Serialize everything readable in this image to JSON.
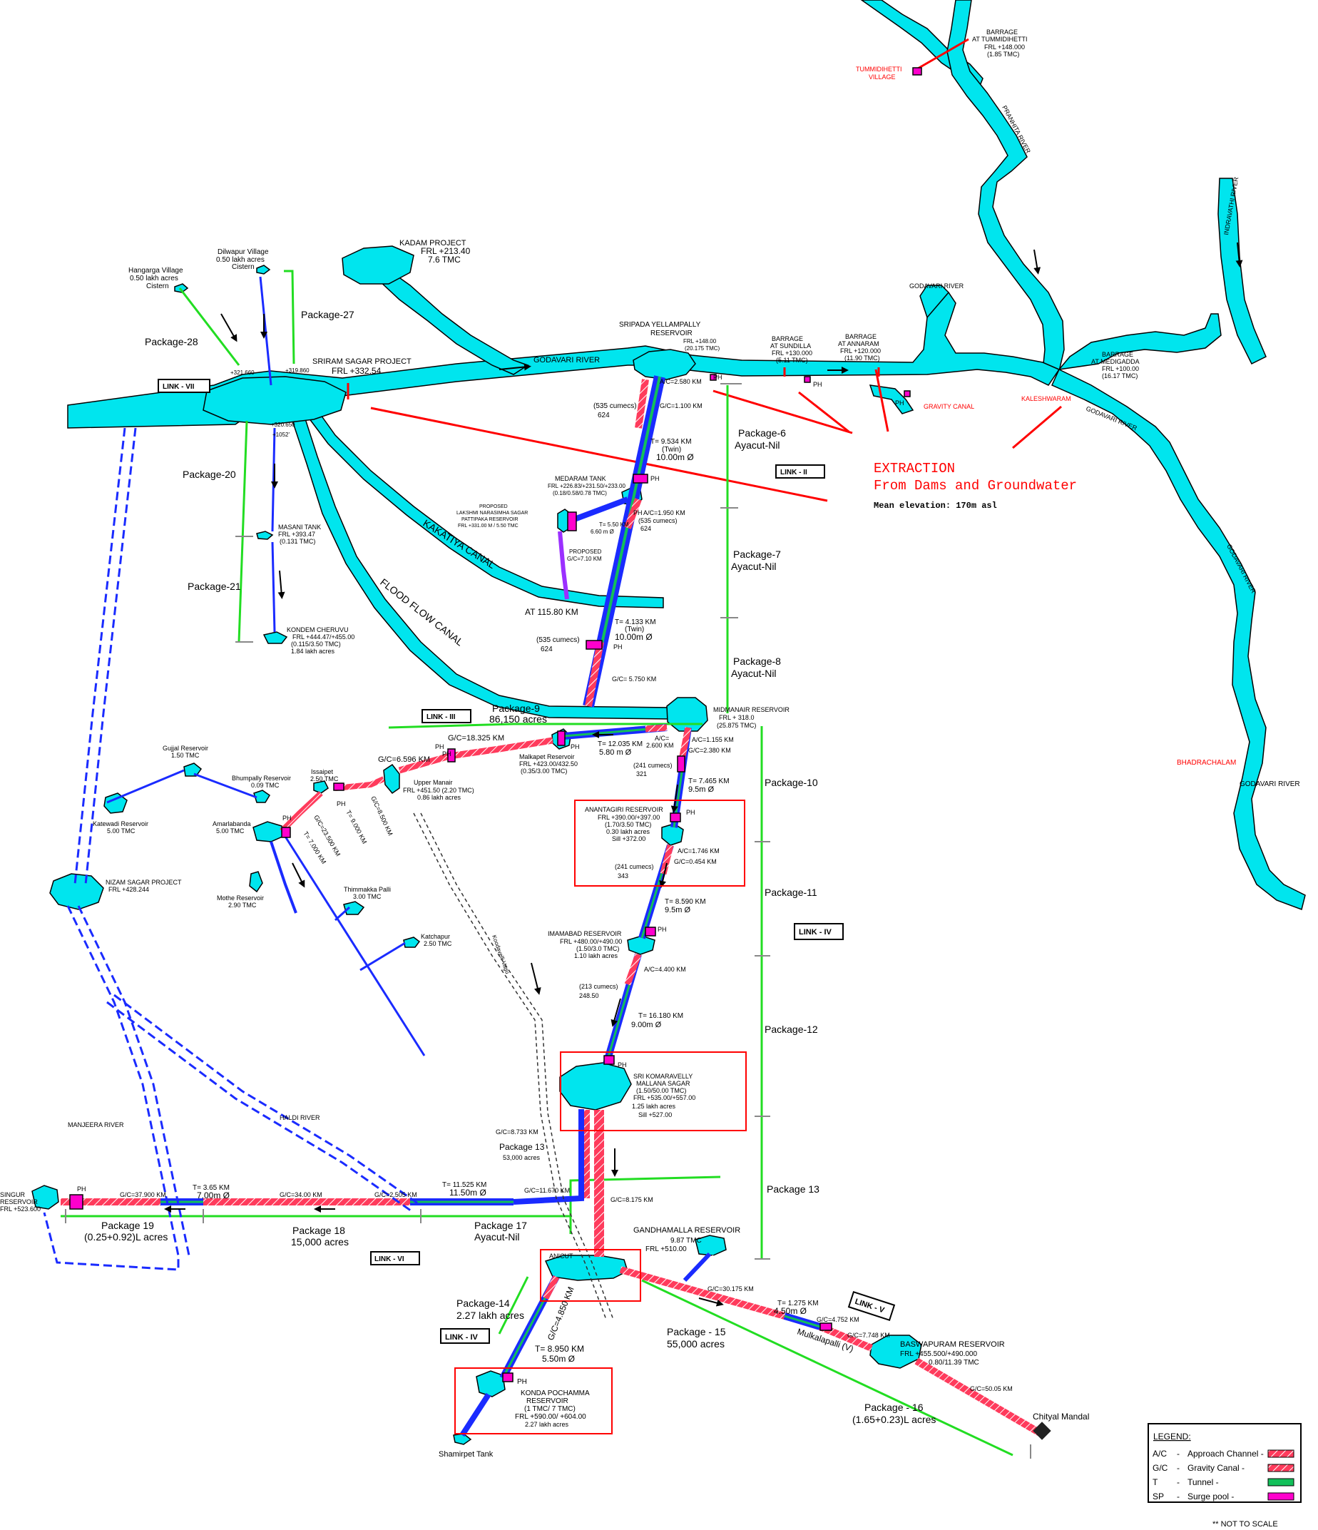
{
  "labels": {
    "barrage_tummidihetti": [
      "BARRAGE",
      "AT TUMMIDIHETTI",
      "FRL +148.000",
      "(1.85 TMC)"
    ],
    "tummidihetti_village": [
      "TUMMIDIHETTI",
      "VILLAGE"
    ],
    "pranhita_river": "PRANHITA RIVER",
    "indravathi_river": "INDRAVATHI RIVER",
    "godavari_river_ne": "GODAVARI RIVER",
    "godavari_river_e": "GODAVARI RIVER",
    "godavari_river_se": "GODAVARI RIVER",
    "godavari_river_bottom": "GODAVARI RIVER",
    "godavari_river_w": "GODAVARI  RIVER",
    "bhadrachalam": "BHADRACHALAM",
    "kadam_project": [
      "KADAM PROJECT",
      "FRL +213.40",
      "7.6 TMC"
    ],
    "dilwapur": [
      "Dilwapur Village",
      "0.50 lakh acres",
      "Cistern"
    ],
    "hangarga": [
      "Hangarga Village",
      "0.50 lakh acres",
      "Cistern"
    ],
    "package27": "Package-27",
    "package28": "Package-28",
    "sriram_sagar": [
      "SRIRAM SAGAR PROJECT",
      "FRL +332.54"
    ],
    "link7": "LINK - VII",
    "sripada": [
      "SRIPADA YELLAMPALLY",
      "RESERVOIR",
      "FRL +148.00",
      "(20.175 TMC)"
    ],
    "barrage_sundilla": [
      "BARRAGE",
      "AT SUNDILLA",
      "FRL +130.000",
      "(5.11 TMC)"
    ],
    "barrage_annaram": [
      "BARRAGE",
      "AT ANNARAM",
      "FRL +120.000",
      "(11.90 TMC)"
    ],
    "barrage_medigadda": [
      "BARRAGE",
      "AT MEDIGADDA",
      "FRL +100.00",
      "(16.17 TMC)"
    ],
    "kaleshwaram": "KALESHWARAM",
    "gravity_canal": "GRAVITY CANAL",
    "ph": "PH",
    "package6": [
      "Package-6",
      "Ayacut-Nil"
    ],
    "package7": [
      "Package-7",
      "Ayacut-Nil"
    ],
    "package8": [
      "Package-8",
      "Ayacut-Nil"
    ],
    "link2": "LINK - II",
    "extraction": [
      "EXTRACTION",
      "From Dams and Groundwater"
    ],
    "mean_elevation": "Mean elevation: 170m asl",
    "cumecs_535a": [
      "(535 cumecs)",
      "624"
    ],
    "gc_1100": "G/C=1.100 KM",
    "ac_2580": "A/C=2.580 KM",
    "tunnel_9534": [
      "T= 9.534 KM",
      "(Twin)",
      "10.00m Ø"
    ],
    "medaram": [
      "MEDARAM TANK",
      "FRL +226.83/+231.50/+233.00",
      "(0.18/0.58/0.78 TMC)"
    ],
    "lakshmi": [
      "PROPOSED",
      "LAKSHMI NARASIMHA SAGAR",
      "PATTIPAKA RESERVOIR",
      "FRL +331.00 M / 5.50 TMC"
    ],
    "ac_1950": [
      "A/C=1.950 KM",
      "(535 cumecs)",
      "624"
    ],
    "t_5500": [
      "T= 5.50 KM",
      "6.60 m Ø"
    ],
    "proposed_gc": [
      "PROPOSED",
      "G/C=7.10 KM"
    ],
    "kakatiya": "KAKATIYA CANAL",
    "flood_flow": "FLOOD FLOW CANAL",
    "at_115": "AT 115.80 KM",
    "cumecs_535b": [
      "(535 cumecs)",
      "624"
    ],
    "tunnel_4133": [
      "T= 4.133 KM",
      "(Twin)",
      "10.00m Ø"
    ],
    "gc_5750": "G/C= 5.750 KM",
    "package20": "Package-20",
    "package21": "Package-21",
    "ssp_vals": [
      "+321.660",
      "+319.860",
      "+320.650",
      "+1052'"
    ],
    "masani": [
      "MASANI TANK",
      "FRL +393.47",
      "(0.131 TMC)"
    ],
    "kondem": [
      "KONDEM CHERUVU",
      "FRL +444.47/+455.00",
      "(0.115/3.50 TMC)",
      "1.84 lakh acres"
    ],
    "midmanair": [
      "MIDMANAIR RESERVOIR",
      "FRL + 318.0",
      "(25.875 TMC)"
    ],
    "package9": [
      "Package-9",
      "86,150 acres"
    ],
    "link3": "LINK - III",
    "gc_18325": "G/C=18.325 KM",
    "gc_6596": "G/C=6.596 KM",
    "malkapet": [
      "Malkapet Reservoir",
      "FRL +423.00/432.50",
      "(0.35/3.00 TMC)"
    ],
    "t_12035": [
      "T= 12.035 KM",
      "5.80 m Ø"
    ],
    "ac_2600": [
      "A/C=",
      "2.600 KM"
    ],
    "ac_1155": [
      "A/C=1.155 KM",
      "G/C=2.380 KM"
    ],
    "cumecs_241a": [
      "(241 cumecs)",
      "321"
    ],
    "t_7465": [
      "T= 7.465 KM",
      "9.5m Ø"
    ],
    "package10": "Package-10",
    "anantagiri": [
      "ANANTAGIRI RESERVOIR",
      "FRL +390.00/+397.00",
      "(1.70/3.50 TMC)",
      "0.30 lakh acres",
      "Sill +372.00"
    ],
    "ac_1746": [
      "A/C=1.746 KM",
      "G/C=0.454 KM"
    ],
    "cumecs_241b": [
      "(241 cumecs)",
      "343"
    ],
    "t_8590": [
      "T= 8.590 KM",
      "9.5m Ø"
    ],
    "package11": "Package-11",
    "link4a": "LINK - IV",
    "imamabad": [
      "IMAMABAD RESERVOIR",
      "FRL +480.00/+490.00",
      "(1.50/3.0 TMC)",
      "1.10 lakh acres"
    ],
    "ac_4400": "A/C=4.400 KM",
    "cumecs_213": [
      "(213 cumecs)",
      "248.50"
    ],
    "t_16180": [
      "T= 16.180 KM",
      "9.00m Ø"
    ],
    "package12": "Package-12",
    "komaravelly": [
      "SRI KOMARAVELLY",
      "MALLANA SAGAR",
      "(1.50/50.00 TMC)",
      "FRL +535.00/+557.00",
      "1.25 lakh acres",
      "Sill +527.00"
    ],
    "package13": "Package 13",
    "package13b": [
      "Package 13",
      "53,000 acres"
    ],
    "gc_8733": "G/C=8.733 KM",
    "gc_8175": "G/C=8.175 KM",
    "gujjal": [
      "Gujjal Reservoir",
      "1.50 TMC"
    ],
    "bhumpally": [
      "Bhumpally Reservoir",
      "0.09 TMC"
    ],
    "issaipet": [
      "Issaipet",
      "2.50 TMC"
    ],
    "upper_manair": [
      "Upper Manair",
      "FRL +451.50 (2.20 TMC)",
      "0.86 lakh acres"
    ],
    "katewadi": [
      "Katewadi Reservoir",
      "5.00 TMC"
    ],
    "amarlabanda": [
      "Amarlabanda",
      "5.00 TMC"
    ],
    "t_9000": "T= 9.000 KM",
    "gc_8500": "G/C=8.500 KM",
    "gc_23500": "G/C=23.500 KM",
    "t_7000": "T= 7.000 KM",
    "nizam": [
      "NIZAM SAGAR PROJECT",
      "FRL +428.244"
    ],
    "mothe": [
      "Mothe Reservoir",
      "2.90 TMC"
    ],
    "thimmakka": [
      "Thimmakka Palli",
      "3.00 TMC"
    ],
    "katchapur": [
      "Katchapur",
      "2.50 TMC"
    ],
    "koodavelli": "Koodavelli Vagu",
    "manjeera": "MANJEERA RIVER",
    "haldi": "HALDI RIVER",
    "singur": [
      "SINGUR",
      "RESERVOIR",
      "FRL +523.600"
    ],
    "gc_37900": "G/C=37.900 KM",
    "t_3650": [
      "T= 3.65 KM",
      "7.00m Ø"
    ],
    "gc_34000": "G/C=34.00 KM",
    "gc_2505": "G/C=2.505 KM",
    "t_11525": [
      "T= 11.525 KM",
      "11.50m Ø"
    ],
    "gc_11670": "G/C=11.670 KM",
    "package19": [
      "Package 19",
      "(0.25+0.92)L acres"
    ],
    "package18": [
      "Package 18",
      "15,000 acres"
    ],
    "package17": [
      "Package 17",
      "Ayacut-Nil"
    ],
    "link6": "LINK - VI",
    "gandhamalla": [
      "GANDHAMALLA RESERVOIR",
      "9.87 TMC",
      "FRL +510.00"
    ],
    "anicut": "ANICUT",
    "package14": [
      "Package-14",
      "2.27 lakh acres"
    ],
    "link4b": "LINK - IV",
    "gc_4850": "G/C=4.850 KM",
    "t_8950": [
      "T= 8.950 KM",
      "5.50m Ø"
    ],
    "konda": [
      "KONDA POCHAMMA",
      "RESERVOIR",
      "(1 TMC/ 7 TMC)",
      "FRL +590.00/ +604.00",
      "2.27 lakh acres"
    ],
    "shamirpet": "Shamirpet Tank",
    "gc_30175": "G/C=30.175 KM",
    "t_1275": [
      "T= 1.275 KM",
      "4.50m Ø"
    ],
    "gc_4752": "G/C=4.752 KM",
    "gc_7748": "G/C=7.748 KM",
    "link5": "LINK - V",
    "package15": [
      "Package - 15",
      "55,000 acres"
    ],
    "mulkalapalli": "Mulkalapalli (V)",
    "baswapuram": [
      "BASWAPURAM RESERVOIR",
      "FRL +455.500/+490.000",
      "0.80/11.39 TMC"
    ],
    "gc_50050": "G/C=50.05 KM",
    "chityal": "Chityal Mandal",
    "package16": [
      "Package - 16",
      "(1.65+0.23)L acres"
    ],
    "not_to_scale": "**  NOT TO SCALE"
  },
  "legend": {
    "title": "LEGEND:",
    "items": [
      {
        "code": "A/C",
        "sep": "-",
        "text": "Approach Channel -",
        "swatch": "approach"
      },
      {
        "code": "G/C",
        "sep": "-",
        "text": "Gravity Canal  -",
        "swatch": "gravity"
      },
      {
        "code": "T",
        "sep": "-",
        "text": "Tunnel  -",
        "swatch": "tunnel"
      },
      {
        "code": "SP",
        "sep": "-",
        "text": "Surge pool -",
        "swatch": "surge"
      }
    ]
  },
  "colors": {
    "water": "#00e5ee",
    "approach": "#ff3b5c",
    "tunnel": "#1a2bff",
    "tunnel_core": "#12c05a",
    "surge": "#ff00cc",
    "package_line": "#22dd22",
    "extraction": "#ff0000"
  }
}
